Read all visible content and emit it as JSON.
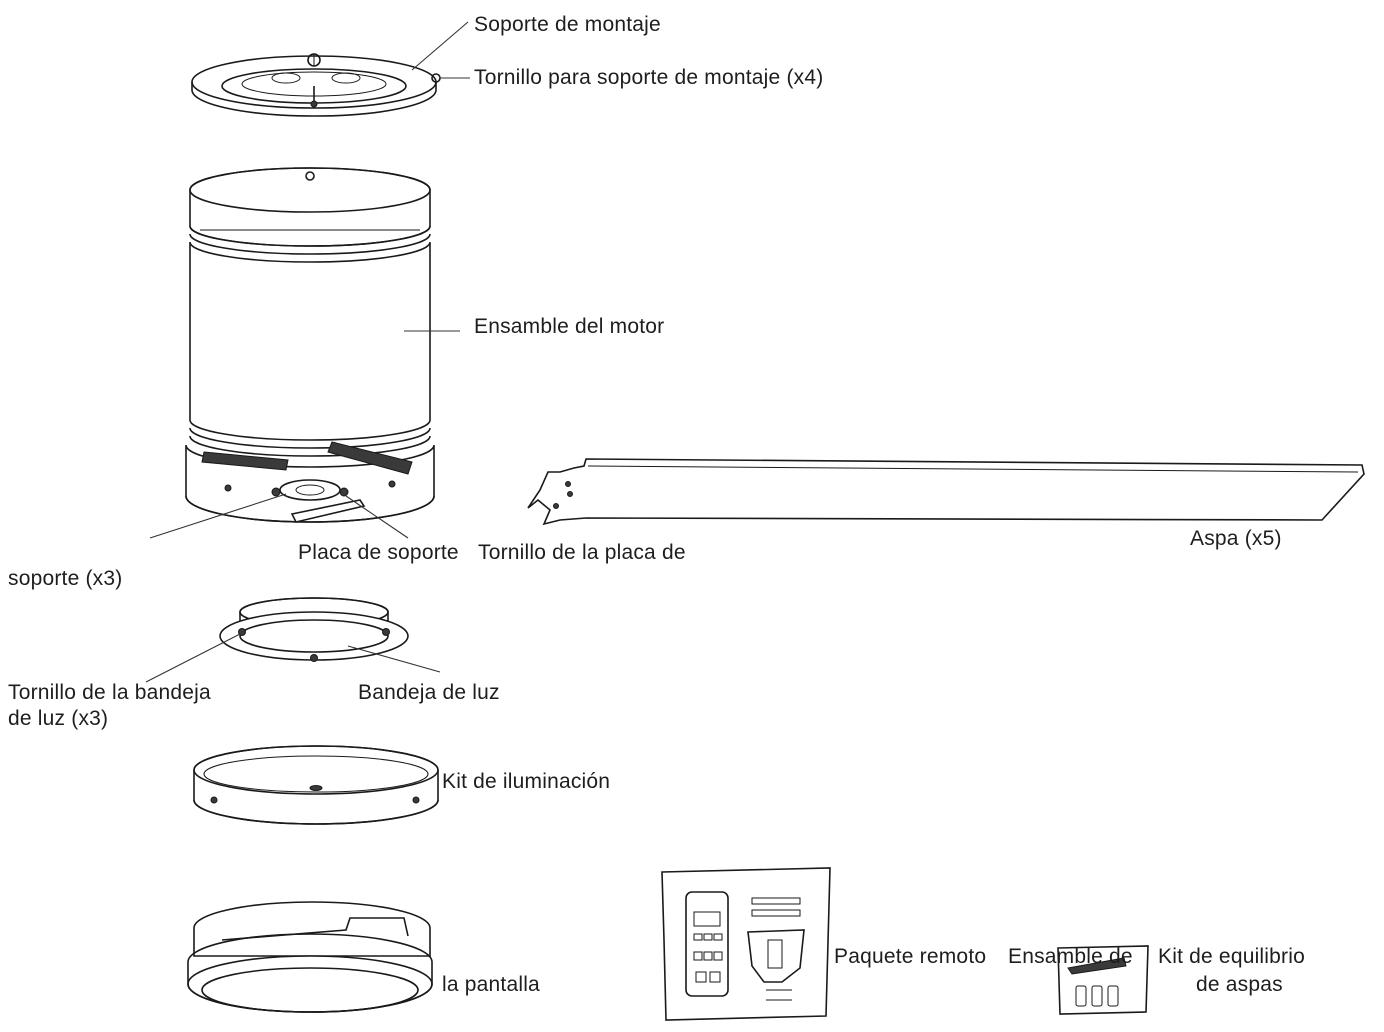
{
  "labels": {
    "mounting_bracket": "Soporte de montaje",
    "mounting_bracket_screw": "Tornillo para soporte de montaje (x4)",
    "motor_assembly": "Ensamble del motor",
    "support_plate": "Placa de soporte",
    "support_plate_screw_1": "Tornillo de la placa de",
    "support_plate_screw_2": "soporte (x3)",
    "blade": "Aspa (x5)",
    "light_tray_screw_1": "Tornillo de la bandeja",
    "light_tray_screw_2": "de luz (x3)",
    "light_tray": "Bandeja de luz",
    "light_kit": "Kit de iluminación",
    "shade": "la pantalla",
    "remote_package": "Paquete remoto",
    "shade_assembly": "Ensamble de",
    "balance_kit_1": "Kit de equilibrio",
    "balance_kit_2": "de aspas"
  }
}
